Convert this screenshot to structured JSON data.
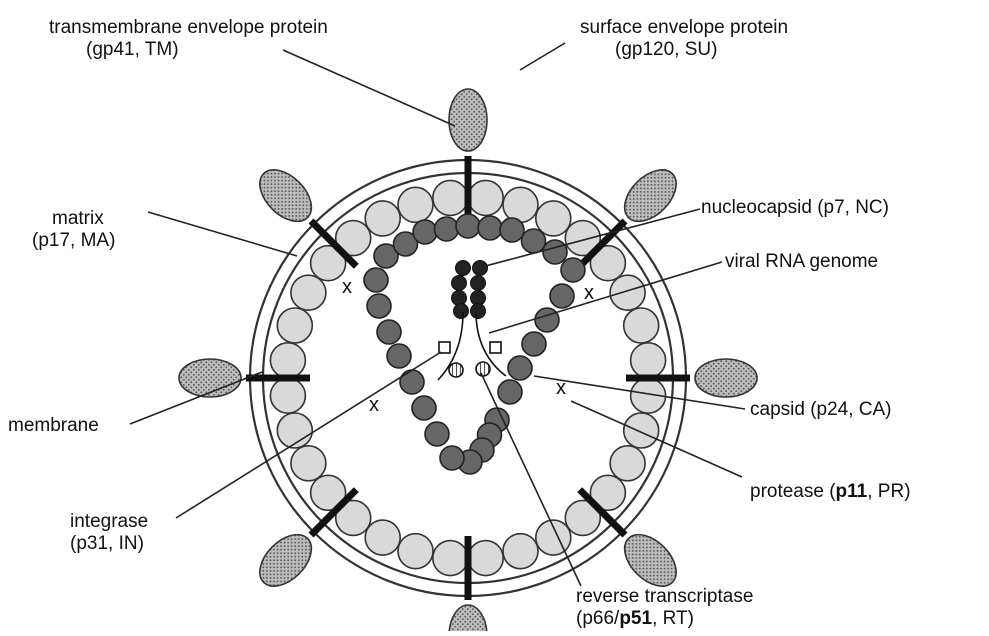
{
  "labels": {
    "tm_line1": "transmembrane envelope protein",
    "tm_line2": "(gp41, TM)",
    "su_line1": "surface envelope protein",
    "su_line2": "(gp120, SU)",
    "matrix_line1": "matrix",
    "matrix_line2": "(p17, MA)",
    "nc": "nucleocapsid (p7, NC)",
    "rna": "viral RNA genome",
    "membrane": "membrane",
    "capsid": "capsid (p24, CA)",
    "protease_pre": "protease (",
    "protease_bold": "p11",
    "protease_post": ", PR)",
    "integrase_line1": "integrase",
    "integrase_line2": "(p31, IN)",
    "rt_line1": "reverse transcriptase",
    "rt_line2_pre": "(p66/",
    "rt_line2_bold": "p51",
    "rt_line2_post": ", RT)",
    "x_mark": "x"
  },
  "colors": {
    "matrix": "#d9d9d9",
    "capsid": "#666666",
    "nucleocapsid": "#222222",
    "stroke": "#333333"
  }
}
